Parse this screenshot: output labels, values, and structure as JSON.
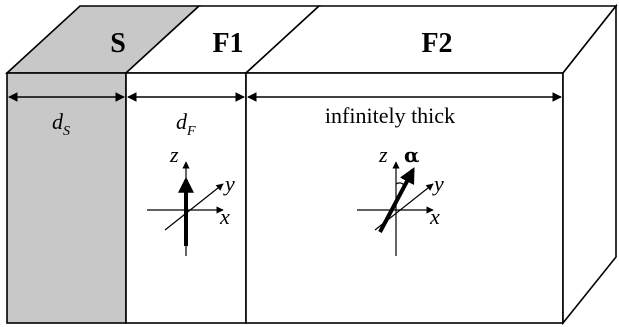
{
  "layers": {
    "s": {
      "name": "S",
      "thickness_label": "d",
      "thickness_sub": "S",
      "fill": "#c8c8c8"
    },
    "f1": {
      "name": "F1",
      "thickness_label": "d",
      "thickness_sub": "F"
    },
    "f2": {
      "name": "F2",
      "thickness_label": "infinitely thick"
    }
  },
  "axes": {
    "z": "z",
    "y": "y",
    "x": "x",
    "angle": "α"
  }
}
